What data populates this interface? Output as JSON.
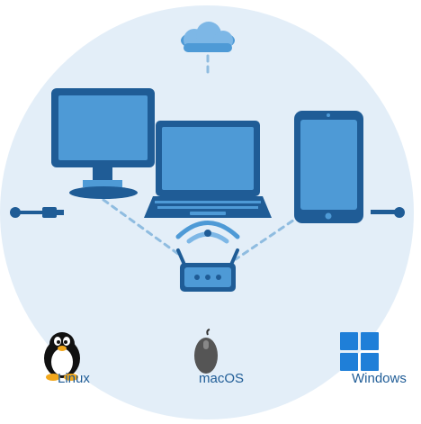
{
  "os_labels": {
    "linux": "Linux",
    "macos": "macOS",
    "windows": "Windows"
  },
  "icons": {
    "cloud": "cloud-icon",
    "desktop": "desktop-monitor-icon",
    "laptop": "laptop-icon",
    "tablet": "tablet-icon",
    "router": "wifi-router-icon",
    "wifi": "wifi-signal-icon",
    "left_cable": "cable-connector-icon",
    "right_cable": "cable-connector-icon",
    "linux": "linux-penguin-icon",
    "macos": "mouse-icon",
    "windows": "windows-logo-icon"
  },
  "colors": {
    "background_circle": "#e3eef8",
    "device_dark": "#1f5c96",
    "device_screen": "#4e9ad6",
    "device_light": "#7db7e6",
    "connector_dashed": "#8fbce0",
    "label_text": "#1f5c96"
  }
}
